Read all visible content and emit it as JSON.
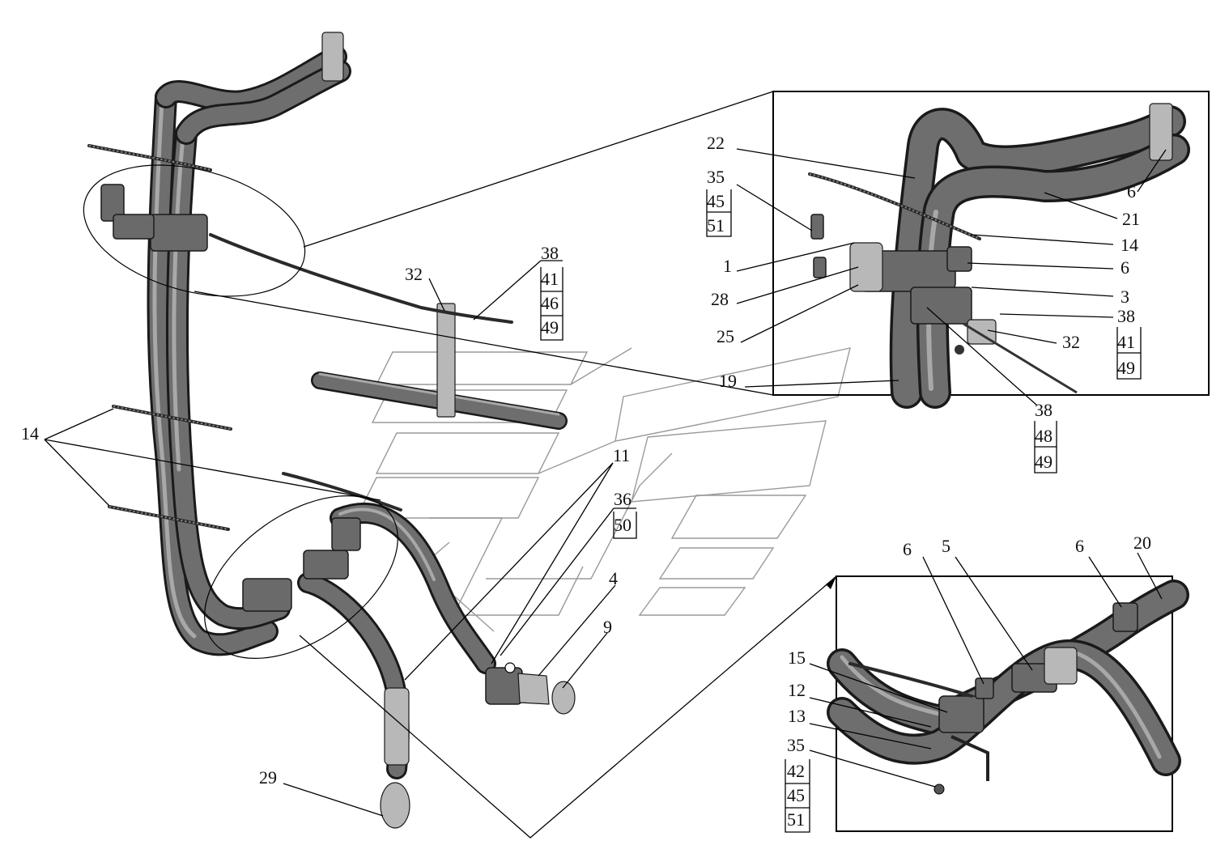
{
  "callouts": {
    "main": [
      "14",
      "32",
      "11",
      "29",
      "9",
      "4"
    ],
    "stack_38_41_46_49": [
      "38",
      "41",
      "46",
      "49"
    ],
    "stack_36_50": [
      "36",
      "50"
    ]
  },
  "inset_top": {
    "labels": [
      "22",
      "1",
      "28",
      "25",
      "19",
      "21",
      "14",
      "6",
      "3",
      "32"
    ],
    "stack_35_45_51": [
      "35",
      "45",
      "51"
    ],
    "stack_38_41_49": [
      "38",
      "41",
      "49"
    ],
    "stack_38_48_49": [
      "38",
      "48",
      "49"
    ],
    "label_6_top": "6"
  },
  "inset_bottom": {
    "labels": [
      "6",
      "5",
      "6",
      "20",
      "15",
      "12",
      "13"
    ],
    "stack_35_42_45_51": [
      "35",
      "42",
      "45",
      "51"
    ]
  }
}
